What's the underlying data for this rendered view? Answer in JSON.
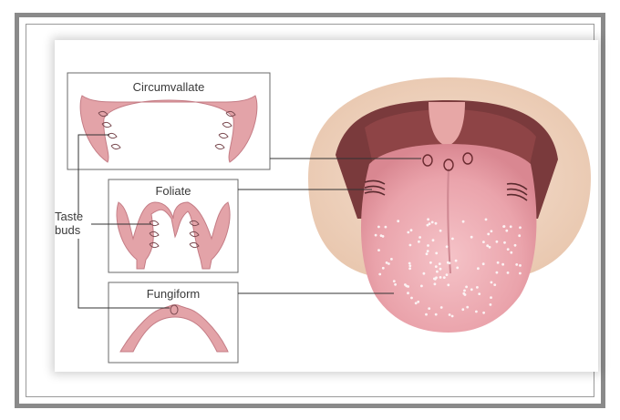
{
  "labels": {
    "circumvallate": "Circumvallate",
    "foliate": "Foliate",
    "fungiform": "Fungiform",
    "taste_buds_line1": "Taste",
    "taste_buds_line2": "buds"
  },
  "colors": {
    "frame_gray": "#8a8a8a",
    "tongue_pink": "#e9a4ac",
    "papilla_pink": "#e3a3a8",
    "throat_dark": "#7a3a3c",
    "palate_beige": "#efd6c4"
  }
}
